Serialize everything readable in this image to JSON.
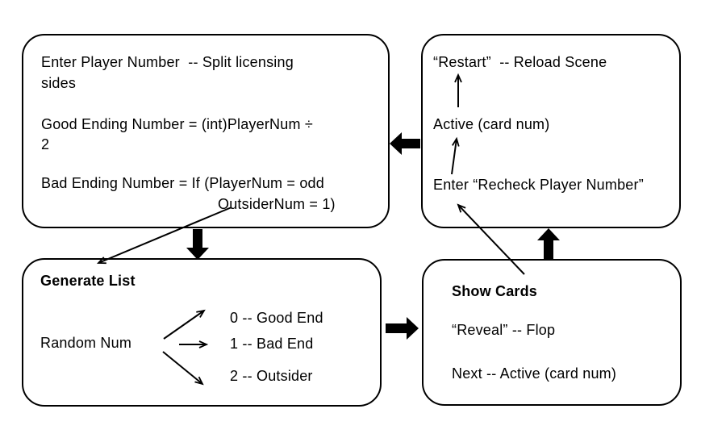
{
  "diagram": {
    "background_color": "#ffffff",
    "line_color": "#000000",
    "boxes": {
      "enter_player": {
        "lines": [
          "Enter Player Number  -- Split licensing",
          "sides",
          "Good Ending Number = (int)PlayerNum ÷",
          "2",
          "Bad Ending Number = If (PlayerNum = odd",
          "OutsiderNum = 1)"
        ]
      },
      "restart": {
        "lines": [
          "“Restart”  -- Reload Scene",
          "Active (card num)",
          "Enter “Recheck Player Number”"
        ]
      },
      "generate_list": {
        "title": "Generate List",
        "source": "Random Num",
        "outcomes": [
          "0 -- Good End",
          "1 -- Bad End",
          "2 -- Outsider"
        ]
      },
      "show_cards": {
        "title": "Show Cards",
        "lines": [
          "“Reveal” -- Flop",
          "Next -- Active (card num)"
        ]
      }
    }
  }
}
